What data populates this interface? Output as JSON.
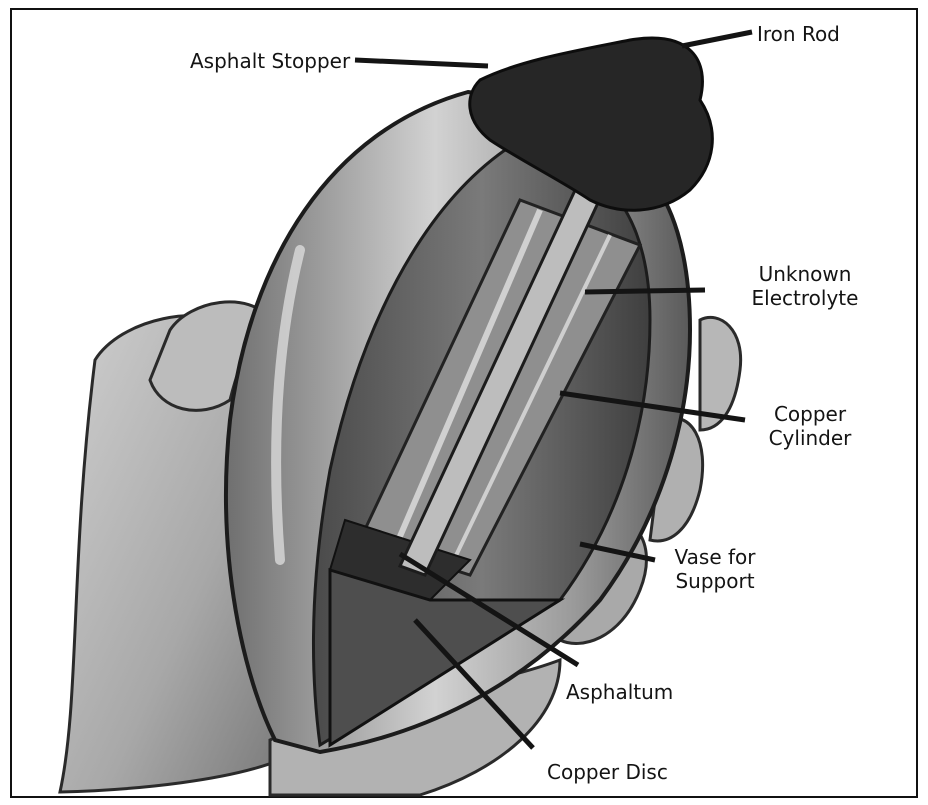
{
  "labels": {
    "asphalt_stopper": "Asphalt Stopper",
    "iron_rod": "Iron Rod",
    "unknown_electrolyte_line1": "Unknown",
    "unknown_electrolyte_line2": "Electrolyte",
    "copper_cylinder_line1": "Copper",
    "copper_cylinder_line2": "Cylinder",
    "vase_for_support_line1": "Vase for",
    "vase_for_support_line2": "Support",
    "asphaltum": "Asphaltum",
    "copper_disc": "Copper Disc"
  },
  "colors": {
    "ink": "#141414",
    "vase": "#8a8a8a",
    "vase_highlight": "#d6d6d6",
    "interior": "#5e5e5e",
    "stopper": "#232323",
    "copper": "#9c9c9c",
    "skin": "#bdbdbd",
    "skin_shadow": "#7d7d7d"
  }
}
